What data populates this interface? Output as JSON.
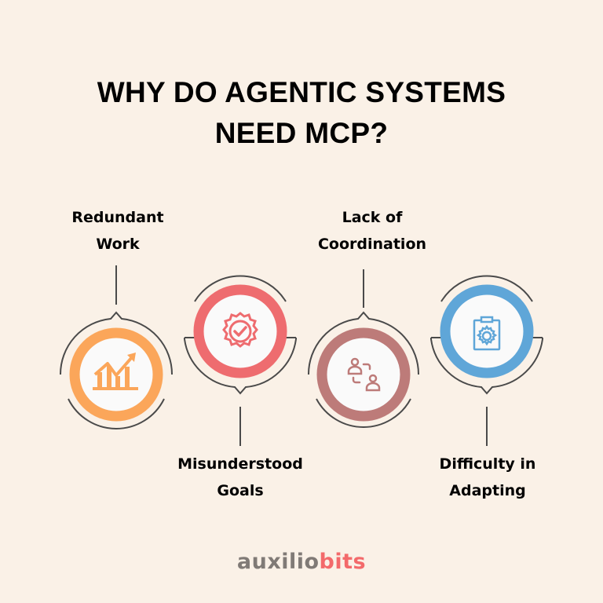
{
  "title": {
    "line1": "WHY DO AGENTIC SYSTEMS",
    "line2": "NEED MCP?"
  },
  "items": [
    {
      "label_line1": "Redundant",
      "label_line2": "Work",
      "icon": "growth-chart-icon",
      "color": "#fba65a",
      "label_position": "top"
    },
    {
      "label_line1": "Misunderstood",
      "label_line2": "Goals",
      "icon": "badge-check-icon",
      "color": "#ee6c6f",
      "label_position": "bottom"
    },
    {
      "label_line1": "Lack of",
      "label_line2": "Coordination",
      "icon": "people-exchange-icon",
      "color": "#bd7b79",
      "label_position": "top"
    },
    {
      "label_line1": "Difficulty in",
      "label_line2": "Adapting",
      "icon": "clipboard-gear-icon",
      "color": "#5fa6d8",
      "label_position": "bottom"
    }
  ],
  "logo": {
    "part1": "auxilio",
    "part2": "bits",
    "part1_color": "#807a76",
    "part2_color": "#f36a6b"
  }
}
